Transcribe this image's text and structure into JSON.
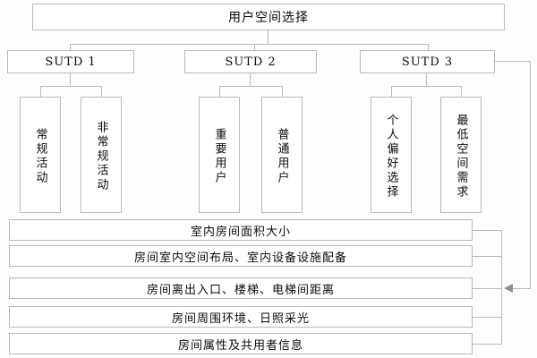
{
  "diagram": {
    "title": "用户空间选择",
    "root": {
      "label": "用户空间选择"
    },
    "level2": [
      {
        "label": "SUTD 1"
      },
      {
        "label": "SUTD 2"
      },
      {
        "label": "SUTD 3"
      }
    ],
    "level3": [
      {
        "label": "常规活动"
      },
      {
        "label": "非常规活动"
      },
      {
        "label": "重要用户"
      },
      {
        "label": "普通用户"
      },
      {
        "label": "个人偏好选择"
      },
      {
        "label": "最低空间需求"
      }
    ],
    "attributes": [
      {
        "label": "室内房间面积大小"
      },
      {
        "label": "房间室内空间布局、室内设备设施配备"
      },
      {
        "label": "房间离出入口、楼梯、电梯间距离"
      },
      {
        "label": "房间周围环境、日照采光"
      },
      {
        "label": "房间属性及共用者信息"
      }
    ],
    "colors": {
      "border": "#b9b9b9",
      "background": "#fdfdfd",
      "text": "#0a0a0a",
      "arrow": "#8e8e8e"
    }
  }
}
